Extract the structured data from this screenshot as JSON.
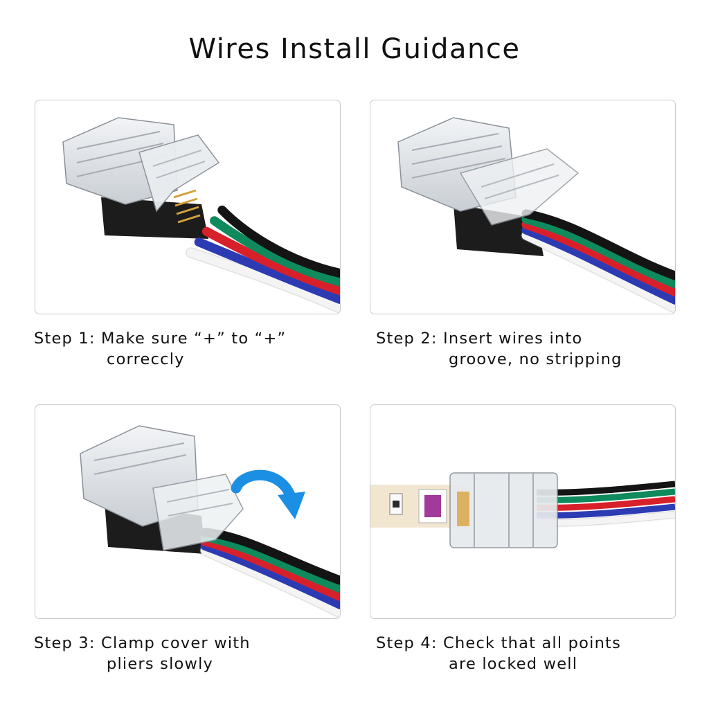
{
  "title": "Wires Install Guidance",
  "wire_colors": [
    "#f4f4f4",
    "#2d3bb3",
    "#d8202a",
    "#0e8a5c",
    "#141414"
  ],
  "arrow_color": "#1a8fe3",
  "steps": [
    {
      "line1": "Step 1: Make sure “+” to “+”",
      "line2": "correccly",
      "image": "connector-open-wires-apart"
    },
    {
      "line1": "Step 2: Insert wires into",
      "line2": "groove, no stripping",
      "image": "connector-wires-inserted"
    },
    {
      "line1": "Step 3: Clamp cover with",
      "line2": "pliers slowly",
      "image": "connector-clamping-arrow-icon"
    },
    {
      "line1": "Step 4: Check that all points",
      "line2": "are locked well",
      "image": "connector-locked-on-led-strip"
    }
  ]
}
